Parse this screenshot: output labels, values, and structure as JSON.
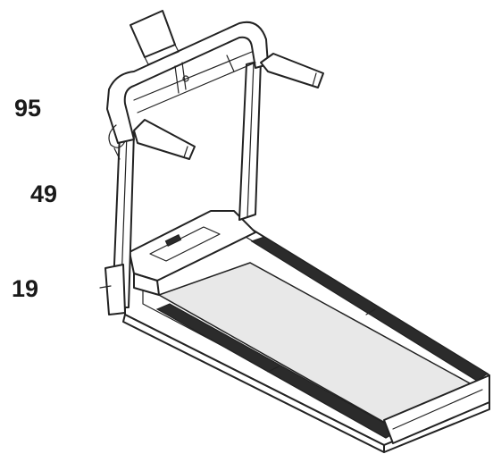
{
  "callouts": [
    {
      "label": "95"
    },
    {
      "label": "49"
    },
    {
      "label": "19"
    }
  ],
  "colors": {
    "line": "#222222",
    "text": "#1a1a1a",
    "background": "#ffffff"
  }
}
